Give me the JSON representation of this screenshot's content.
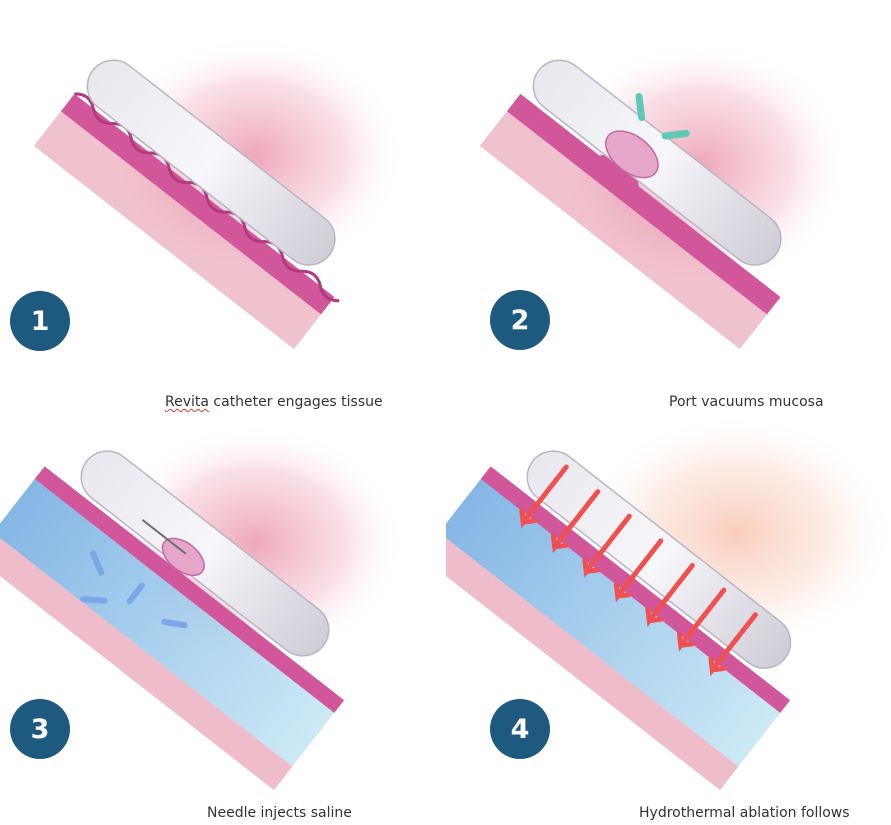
{
  "steps": [
    {
      "number": "1",
      "caption_marked": "Revita",
      "caption_rest": " catheter engages tissue"
    },
    {
      "number": "2",
      "caption": "Port vacuums mucosa"
    },
    {
      "number": "3",
      "caption": "Needle injects saline"
    },
    {
      "number": "4",
      "caption": "Hydrothermal ablation follows"
    }
  ],
  "colors": {
    "badge": "#1e5a80",
    "mucosa": "#d1579a",
    "tissue_glow": "#f3b7c3",
    "saline": "#8fc3e8",
    "heat": "#f05050"
  }
}
